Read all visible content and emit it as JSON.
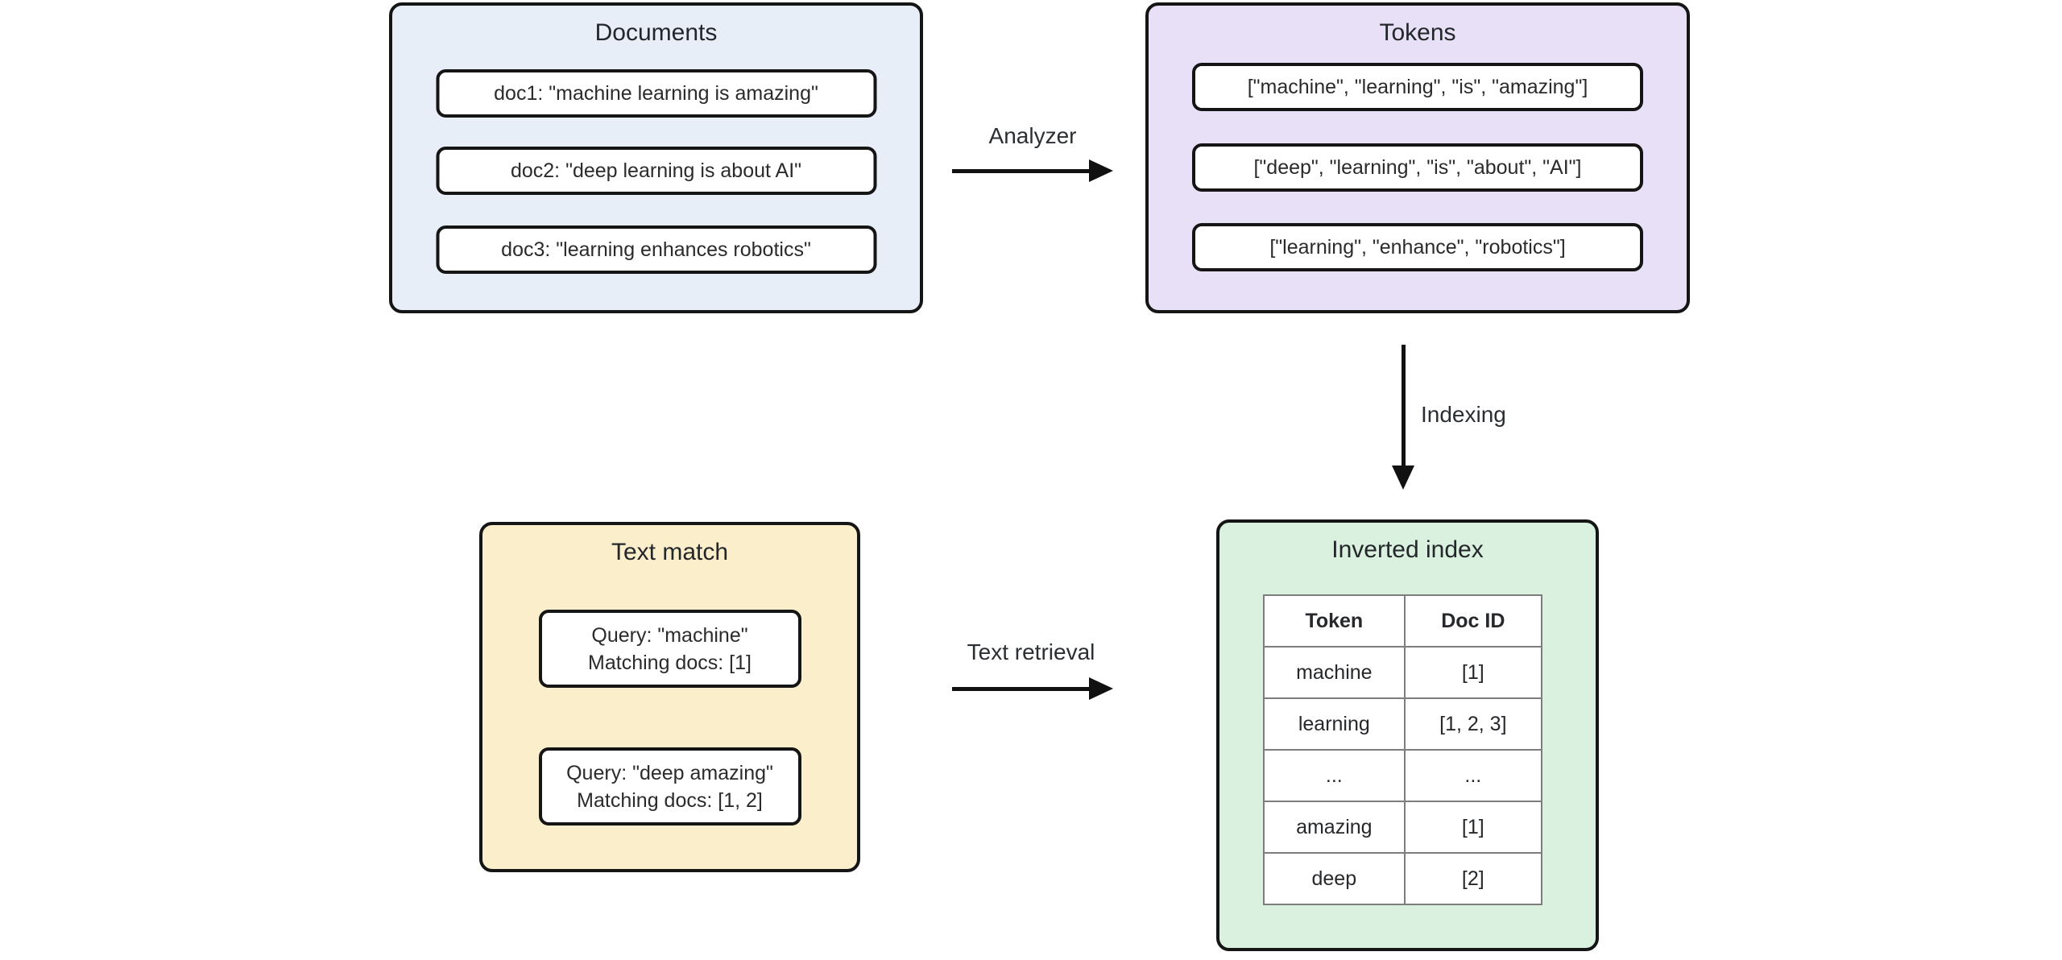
{
  "documents": {
    "title": "Documents",
    "items": [
      "doc1: \"machine learning is amazing\"",
      "doc2: \"deep learning is about AI\"",
      "doc3: \"learning enhances robotics\""
    ]
  },
  "tokens": {
    "title": "Tokens",
    "items": [
      "[\"machine\", \"learning\", \"is\", \"amazing\"]",
      "[\"deep\", \"learning\", \"is\", \"about\", \"AI\"]",
      "[\"learning\", \"enhance\", \"robotics\"]"
    ]
  },
  "text_match": {
    "title": "Text match",
    "queries": [
      {
        "query": "Query: \"machine\"",
        "result": "Matching docs: [1]"
      },
      {
        "query": "Query: \"deep amazing\"",
        "result": "Matching docs: [1, 2]"
      }
    ]
  },
  "inverted_index": {
    "title": "Inverted index",
    "table": {
      "headers": [
        "Token",
        "Doc ID"
      ],
      "rows": [
        [
          "machine",
          "[1]"
        ],
        [
          "learning",
          "[1, 2, 3]"
        ],
        [
          "...",
          "..."
        ],
        [
          "amazing",
          "[1]"
        ],
        [
          "deep",
          "[2]"
        ]
      ]
    }
  },
  "arrows": {
    "analyzer_label": "Analyzer",
    "indexing_label": "Indexing",
    "text_retrieval_label": "Text retrieval"
  },
  "colors": {
    "documents_fill": "#E8EEF8",
    "tokens_fill": "#E7E0F6",
    "text_match_fill": "#FBEECB",
    "inverted_index_fill": "#DBF1DF",
    "border": "#151515",
    "table_border": "#7D7D7D",
    "arrow": "#111111",
    "text": "#2B2B2B"
  }
}
